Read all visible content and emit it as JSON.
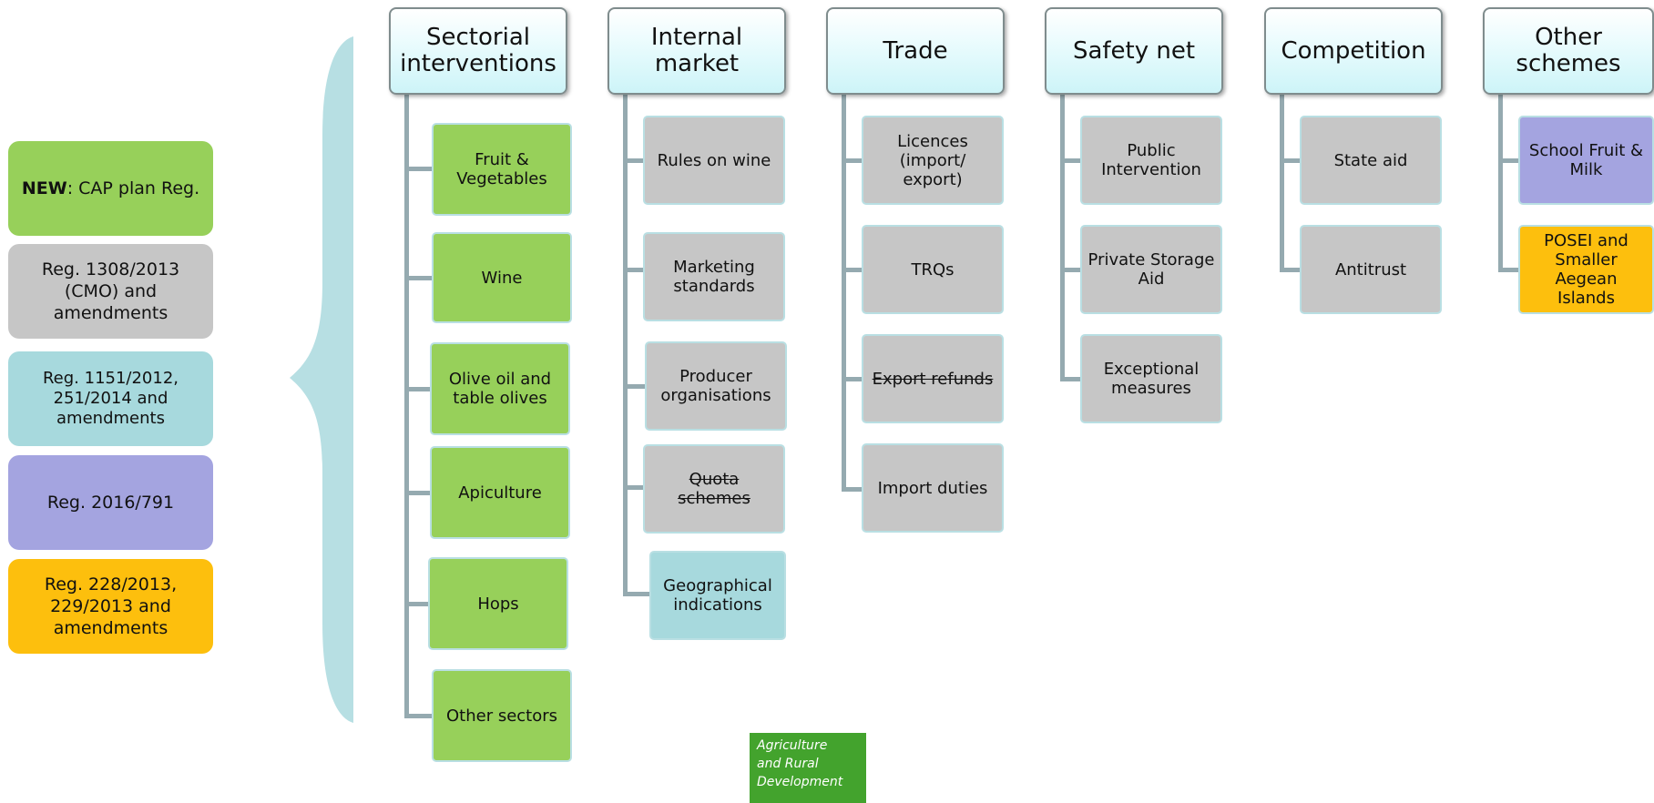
{
  "legend": {
    "item1_strong": "NEW",
    "item1_rest": ": CAP plan Reg.",
    "item2": "Reg. 1308/2013 (CMO) and amendments",
    "item3": "Reg. 1151/2012, 251/2014 and amendments",
    "item4": "Reg. 2016/791",
    "item5": "Reg. 228/2013, 229/2013  and amendments"
  },
  "colors": {
    "green": "#97d05a",
    "grey": "#c6c6c6",
    "teal": "#a7d9dd",
    "purple": "#a4a4e0",
    "yellow": "#fdbf0d",
    "logo_green": "#43a32d"
  },
  "columns": {
    "sectorial": {
      "title": "Sectorial interventions",
      "items": [
        "Fruit & Vegetables",
        "Wine",
        "Olive oil and table olives",
        "Apiculture",
        "Hops",
        "Other sectors"
      ]
    },
    "internal": {
      "title": "Internal market",
      "items": [
        "Rules on wine",
        "Marketing standards",
        "Producer organisations",
        "Quota schemes",
        "Geographical indications"
      ]
    },
    "trade": {
      "title": "Trade",
      "items": [
        "Licences (import/ export)",
        "TRQs",
        "Export refunds",
        "Import duties"
      ]
    },
    "safety": {
      "title": "Safety net",
      "items": [
        "Public Intervention",
        "Private Storage Aid",
        "Exceptional measures"
      ]
    },
    "competition": {
      "title": "Competition",
      "items": [
        "State aid",
        "Antitrust"
      ]
    },
    "other": {
      "title": "Other schemes",
      "items": [
        "School Fruit & Milk",
        "POSEI and Smaller Aegean Islands"
      ]
    }
  },
  "logo": {
    "line1": "Agriculture",
    "line2": "and Rural",
    "line3": "Development"
  }
}
